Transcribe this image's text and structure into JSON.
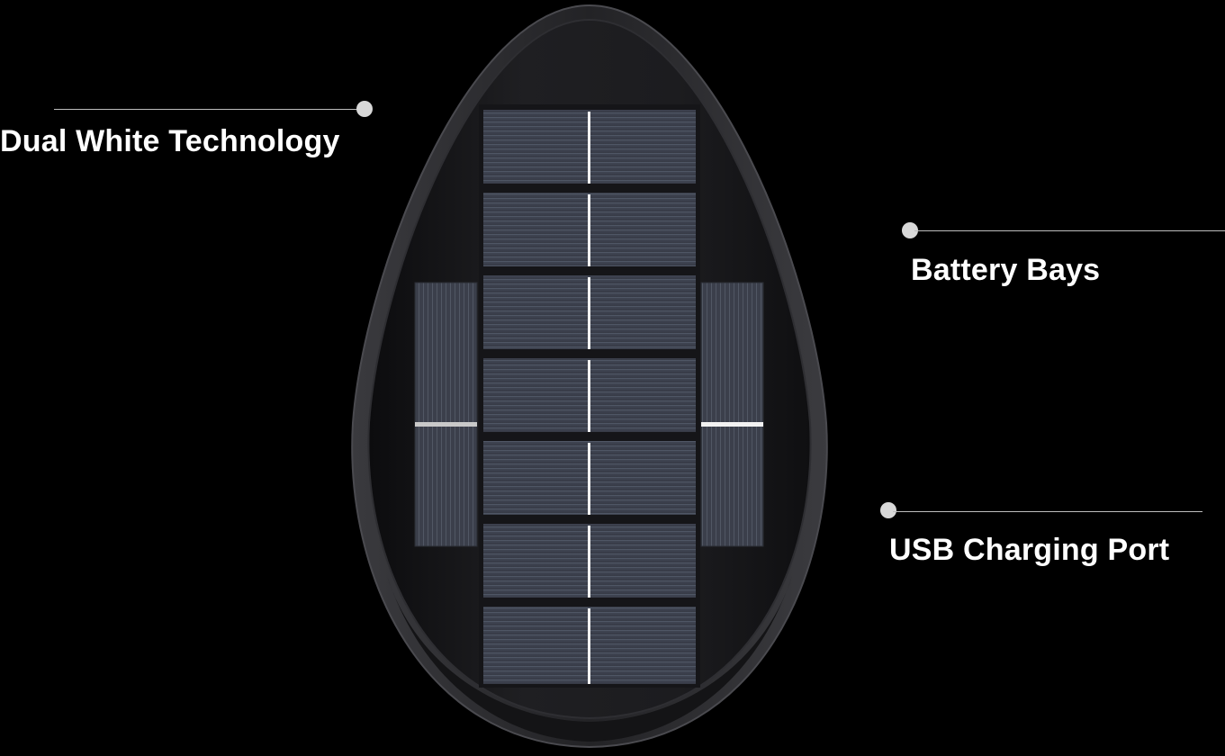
{
  "callouts": {
    "dual_white": {
      "label": "Dual White Technology"
    },
    "battery_bays": {
      "label": "Battery Bays"
    },
    "usb_port": {
      "label": "USB Charging Port"
    }
  },
  "device": {
    "icon": "solar-light-panel",
    "main_panel_cells": 7,
    "side_panels": 2
  },
  "colors": {
    "background": "#000000",
    "text": "#ffffff",
    "line": "#bdbdbd",
    "dot": "#d8d8d8",
    "shell": "#1b1b1e",
    "cell": "#3c414d"
  }
}
